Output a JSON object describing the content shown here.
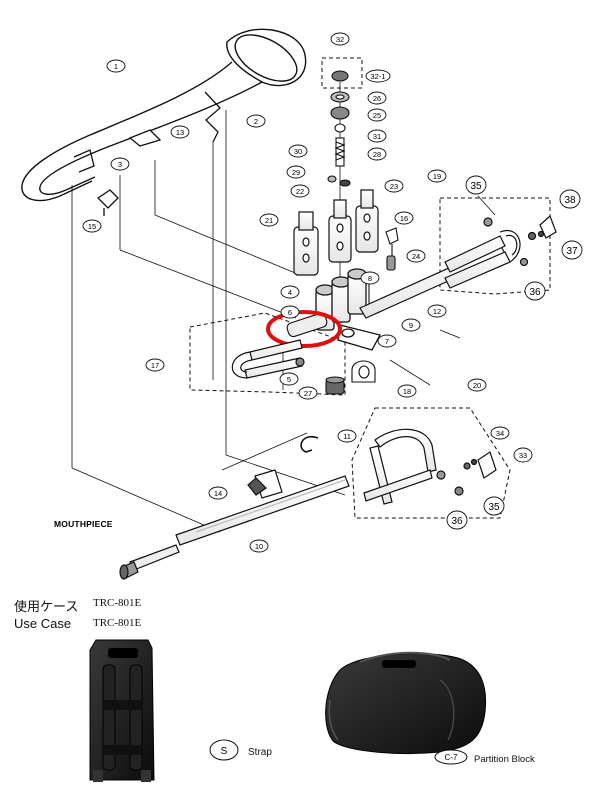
{
  "labels": {
    "mouthpiece": "MOUTHPIECE",
    "case_jp": "使用ケース",
    "case_en": "Use Case",
    "case_model_jp": "TRC-801E",
    "case_model_en": "TRC-801E",
    "strap_symbol": "S",
    "strap_text": "Strap",
    "partition_symbol": "C-7",
    "partition_text": "Partition Block"
  },
  "parts": [
    {
      "id": "1",
      "label": "1"
    },
    {
      "id": "2",
      "label": "2"
    },
    {
      "id": "3",
      "label": "3"
    },
    {
      "id": "4",
      "label": "4"
    },
    {
      "id": "5",
      "label": "5"
    },
    {
      "id": "6",
      "label": "6"
    },
    {
      "id": "7",
      "label": "7"
    },
    {
      "id": "8",
      "label": "8"
    },
    {
      "id": "9",
      "label": "9"
    },
    {
      "id": "10",
      "label": "10"
    },
    {
      "id": "11",
      "label": "11"
    },
    {
      "id": "12",
      "label": "12"
    },
    {
      "id": "13",
      "label": "13"
    },
    {
      "id": "14",
      "label": "14"
    },
    {
      "id": "15",
      "label": "15"
    },
    {
      "id": "16",
      "label": "16"
    },
    {
      "id": "17",
      "label": "17"
    },
    {
      "id": "18",
      "label": "18"
    },
    {
      "id": "19",
      "label": "19"
    },
    {
      "id": "20",
      "label": "20"
    },
    {
      "id": "21",
      "label": "21"
    },
    {
      "id": "22",
      "label": "22"
    },
    {
      "id": "23",
      "label": "23"
    },
    {
      "id": "24",
      "label": "24"
    },
    {
      "id": "25",
      "label": "25"
    },
    {
      "id": "26",
      "label": "26"
    },
    {
      "id": "27",
      "label": "27"
    },
    {
      "id": "28",
      "label": "28"
    },
    {
      "id": "29",
      "label": "29"
    },
    {
      "id": "30",
      "label": "30"
    },
    {
      "id": "31",
      "label": "31"
    },
    {
      "id": "32",
      "label": "32"
    },
    {
      "id": "32-1",
      "label": "32-1"
    },
    {
      "id": "33",
      "label": "33"
    },
    {
      "id": "34",
      "label": "34"
    },
    {
      "id": "35a",
      "label": "35"
    },
    {
      "id": "35b",
      "label": "35"
    },
    {
      "id": "36a",
      "label": "36"
    },
    {
      "id": "36b",
      "label": "36"
    },
    {
      "id": "37",
      "label": "37"
    },
    {
      "id": "38",
      "label": "38"
    }
  ],
  "colors": {
    "ink": "#111111",
    "highlight": "#e01010",
    "case": "#1a1a1a"
  }
}
